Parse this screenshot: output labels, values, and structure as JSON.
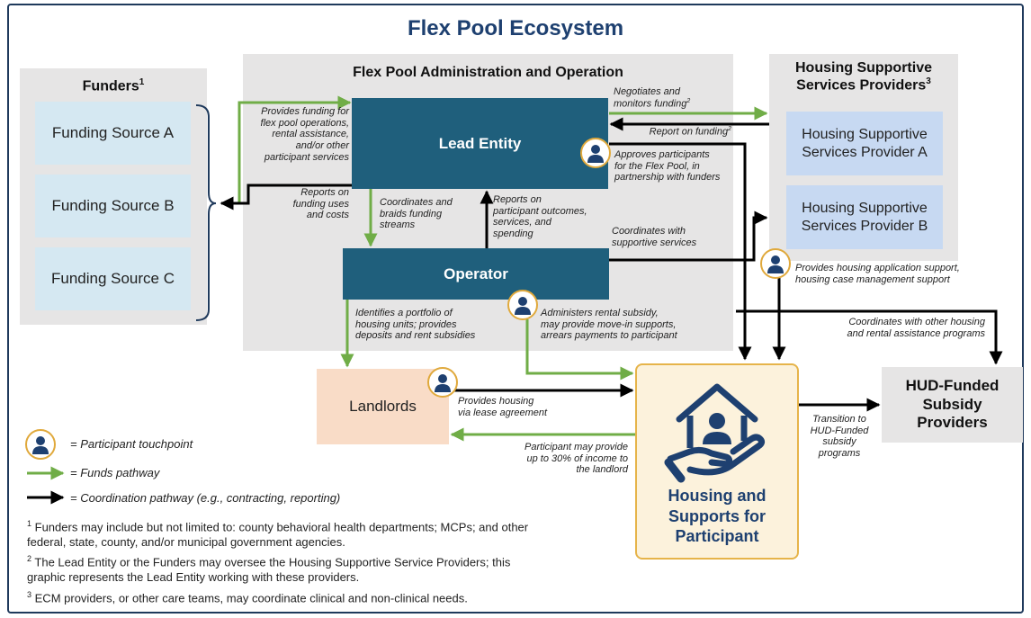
{
  "title": "Flex Pool Ecosystem",
  "colors": {
    "funds": "#70ad47",
    "coordination": "#000000",
    "teal": "#1f5f7c",
    "accent": "#e6b44a"
  },
  "funders": {
    "title": "Funders",
    "sup": "1",
    "sources": [
      "Funding Source A",
      "Funding Source B",
      "Funding Source C"
    ]
  },
  "admin": {
    "title": "Flex Pool Administration and Operation",
    "lead_entity": "Lead Entity",
    "operator": "Operator"
  },
  "hssp": {
    "title_line1": "Housing Supportive",
    "title_line2": "Services Providers",
    "sup": "3",
    "provider_a": [
      "Housing Supportive",
      "Services Provider A"
    ],
    "provider_b": [
      "Housing Supportive",
      "Services Provider B"
    ]
  },
  "landlords": "Landlords",
  "housing": {
    "line1": "Housing and",
    "line2": "Supports for",
    "line3": "Participant",
    "icon": "house-hand-icon"
  },
  "hud": [
    "HUD-Funded",
    "Subsidy",
    "Providers"
  ],
  "notes": {
    "provides_funding": [
      "Provides funding for",
      "flex pool operations,",
      "rental assistance,",
      "and/or other",
      "participant services"
    ],
    "reports_funding": [
      "Reports on",
      "funding uses",
      "and costs"
    ],
    "negotiates": [
      "Negotiates and",
      "monitors funding"
    ],
    "negotiates_sup": "2",
    "report_on_funding": "Report on funding",
    "report_sup": "2",
    "approves": [
      "Approves participants",
      "for the Flex Pool, in",
      "partnership with funders"
    ],
    "coordinates_braids": [
      "Coordinates and",
      "braids funding",
      "streams"
    ],
    "reports_outcomes": [
      "Reports on",
      "participant outcomes,",
      "services, and",
      "spending"
    ],
    "coordinates_supportive": [
      "Coordinates with",
      "supportive services"
    ],
    "housing_application": [
      "Provides housing application support,",
      "housing case management support"
    ],
    "identifies": [
      "Identifies a portfolio of",
      "housing units; provides",
      "deposits and rent subsidies"
    ],
    "administers": [
      "Administers rental subsidy,",
      "may provide move-in supports,",
      "arrears payments to participant"
    ],
    "coordinates_other": [
      "Coordinates with other housing",
      "and rental assistance programs"
    ],
    "provides_housing": [
      "Provides housing",
      "via lease agreement"
    ],
    "participant_provide": [
      "Participant may provide",
      "up to 30% of income to",
      "the landlord"
    ],
    "transition": [
      "Transition to",
      "HUD-Funded",
      "subsidy",
      "programs"
    ]
  },
  "legend": {
    "touchpoint": "= Participant touchpoint",
    "funds": "= Funds pathway",
    "coordination": "= Coordination pathway (e.g., contracting, reporting)"
  },
  "footnotes": [
    {
      "num": "1",
      "text": "Funders may include but not limited to: county behavioral health departments; MCPs; and other federal, state, county, and/or municipal government agencies."
    },
    {
      "num": "2",
      "text": "The Lead Entity or the Funders may oversee the Housing Supportive Service Providers; this graphic represents the Lead Entity working with these providers."
    },
    {
      "num": "3",
      "text": "ECM providers, or other care teams, may coordinate clinical and non-clinical needs."
    }
  ]
}
